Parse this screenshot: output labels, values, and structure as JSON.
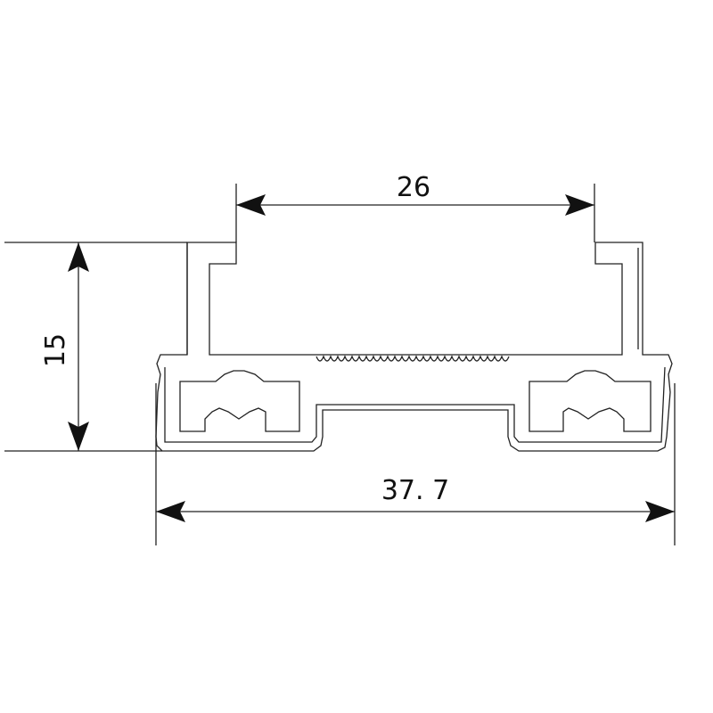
{
  "dimensions": {
    "top_width": "26",
    "height": "15",
    "bottom_width": "37. 7"
  },
  "colors": {
    "line": "#222222",
    "text": "#111111",
    "background": "#ffffff"
  }
}
